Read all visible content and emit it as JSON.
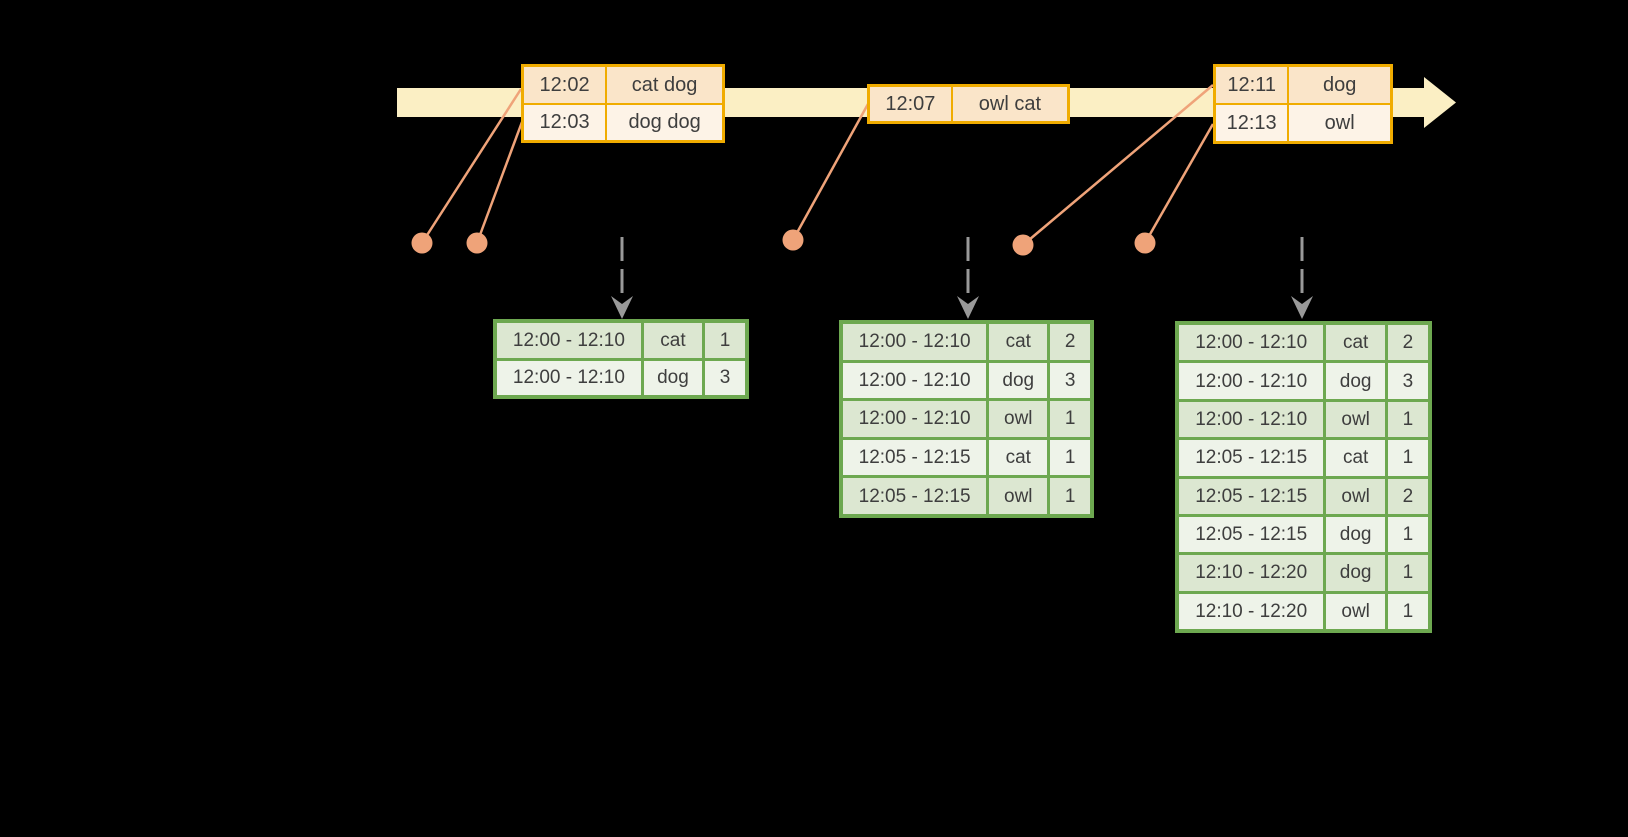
{
  "colors": {
    "canvas-bg": "#000000",
    "timeline-fill": "#FBEFC4",
    "event-border": "#F0AC00",
    "event-row-a": "#FAE5C9",
    "event-row-b": "#FDF3E7",
    "result-border": "#6DA850",
    "result-row-a": "#DCE7D1",
    "result-row-b": "#EEF3E9",
    "connector": "#EFA379",
    "trigger-arrow": "#999999",
    "text": "#3E3E3E"
  },
  "event_tables": [
    {
      "rows": [
        {
          "time": "12:02",
          "words": "cat dog"
        },
        {
          "time": "12:03",
          "words": "dog dog"
        }
      ]
    },
    {
      "rows": [
        {
          "time": "12:07",
          "words": "owl cat"
        }
      ]
    },
    {
      "rows": [
        {
          "time": "12:11",
          "words": "dog"
        },
        {
          "time": "12:13",
          "words": "owl"
        }
      ]
    }
  ],
  "result_tables": [
    {
      "rows": [
        {
          "window": "12:00 - 12:10",
          "word": "cat",
          "count": "1"
        },
        {
          "window": "12:00 - 12:10",
          "word": "dog",
          "count": "3"
        }
      ]
    },
    {
      "rows": [
        {
          "window": "12:00 - 12:10",
          "word": "cat",
          "count": "2"
        },
        {
          "window": "12:00 - 12:10",
          "word": "dog",
          "count": "3"
        },
        {
          "window": "12:00 - 12:10",
          "word": "owl",
          "count": "1"
        },
        {
          "window": "12:05 - 12:15",
          "word": "cat",
          "count": "1"
        },
        {
          "window": "12:05 - 12:15",
          "word": "owl",
          "count": "1"
        }
      ]
    },
    {
      "rows": [
        {
          "window": "12:00 - 12:10",
          "word": "cat",
          "count": "2"
        },
        {
          "window": "12:00 - 12:10",
          "word": "dog",
          "count": "3"
        },
        {
          "window": "12:00 - 12:10",
          "word": "owl",
          "count": "1"
        },
        {
          "window": "12:05 - 12:15",
          "word": "cat",
          "count": "1"
        },
        {
          "window": "12:05 - 12:15",
          "word": "owl",
          "count": "2"
        },
        {
          "window": "12:05 - 12:15",
          "word": "dog",
          "count": "1"
        },
        {
          "window": "12:10 - 12:20",
          "word": "dog",
          "count": "1"
        },
        {
          "window": "12:10 - 12:20",
          "word": "owl",
          "count": "1"
        }
      ]
    }
  ]
}
